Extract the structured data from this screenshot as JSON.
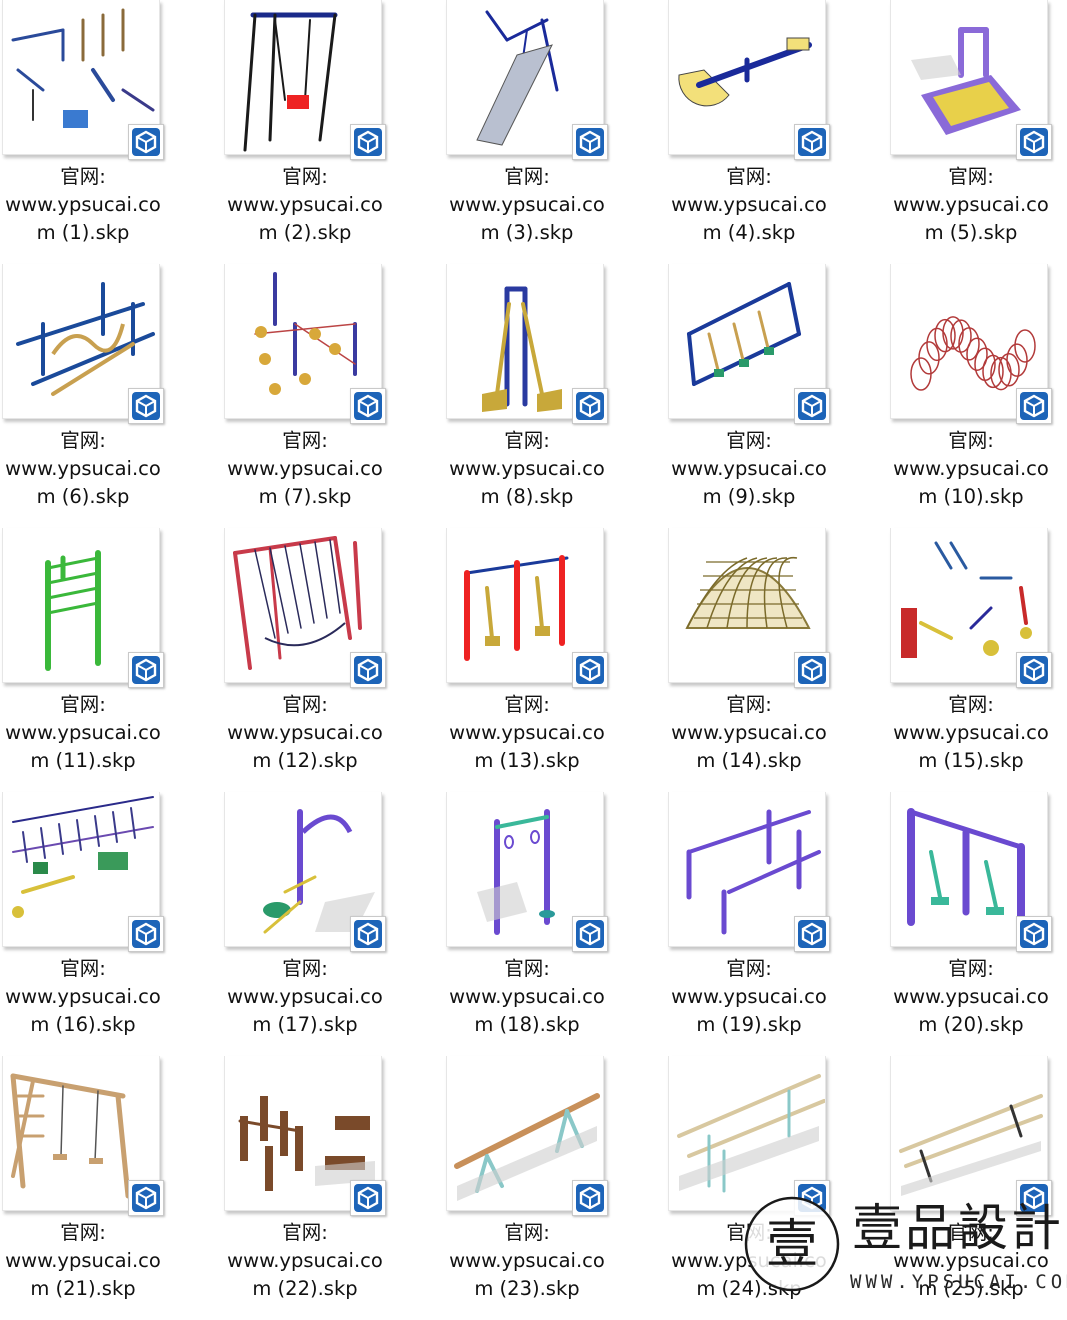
{
  "colors": {
    "badge_blue": "#1d64b8",
    "thumb_border": "#e6e6e6",
    "caption_text": "#111111"
  },
  "file_icon": "sketchup-file-icon",
  "files": [
    {
      "caption": {
        "line1": "官网:",
        "line2": "www.ypsucai.co",
        "line3": "m (1).skp"
      },
      "thumb": "fitness-park-set"
    },
    {
      "caption": {
        "line1": "官网:",
        "line2": "www.ypsucai.co",
        "line3": "m (2).skp"
      },
      "thumb": "swing-red-seat"
    },
    {
      "caption": {
        "line1": "官网:",
        "line2": "www.ypsucai.co",
        "line3": "m (3).skp"
      },
      "thumb": "slide"
    },
    {
      "caption": {
        "line1": "官网:",
        "line2": "www.ypsucai.co",
        "line3": "m (4).skp"
      },
      "thumb": "seesaw-rocker"
    },
    {
      "caption": {
        "line1": "官网:",
        "line2": "www.ypsucai.co",
        "line3": "m (5).skp"
      },
      "thumb": "treadmill"
    },
    {
      "caption": {
        "line1": "官网:",
        "line2": "www.ypsucai.co",
        "line3": "m (6).skp"
      },
      "thumb": "balance-rope-frame"
    },
    {
      "caption": {
        "line1": "官网:",
        "line2": "www.ypsucai.co",
        "line3": "m (7).skp"
      },
      "thumb": "stepping-stools"
    },
    {
      "caption": {
        "line1": "官网:",
        "line2": "www.ypsucai.co",
        "line3": "m (8).skp"
      },
      "thumb": "air-walker"
    },
    {
      "caption": {
        "line1": "官网:",
        "line2": "www.ypsucai.co",
        "line3": "m (9).skp"
      },
      "thumb": "swing-walker-row"
    },
    {
      "caption": {
        "line1": "官网:",
        "line2": "www.ypsucai.co",
        "line3": "m (10).skp"
      },
      "thumb": "spiral-tunnel"
    },
    {
      "caption": {
        "line1": "官网:",
        "line2": "www.ypsucai.co",
        "line3": "m (11).skp"
      },
      "thumb": "green-ladder"
    },
    {
      "caption": {
        "line1": "官网:",
        "line2": "www.ypsucai.co",
        "line3": "m (12).skp"
      },
      "thumb": "rope-net-frame"
    },
    {
      "caption": {
        "line1": "官网:",
        "line2": "www.ypsucai.co",
        "line3": "m (13).skp"
      },
      "thumb": "double-walker"
    },
    {
      "caption": {
        "line1": "官网:",
        "line2": "www.ypsucai.co",
        "line3": "m (14).skp"
      },
      "thumb": "geodesic-dome"
    },
    {
      "caption": {
        "line1": "官网:",
        "line2": "www.ypsucai.co",
        "line3": "m (15).skp"
      },
      "thumb": "fitness-items-set"
    },
    {
      "caption": {
        "line1": "官网:",
        "line2": "www.ypsucai.co",
        "line3": "m (16).skp"
      },
      "thumb": "playground-layout"
    },
    {
      "caption": {
        "line1": "官网:",
        "line2": "www.ypsucai.co",
        "line3": "m (17).skp"
      },
      "thumb": "purple-arm-machine"
    },
    {
      "caption": {
        "line1": "官网:",
        "line2": "www.ypsucai.co",
        "line3": "m (18).skp"
      },
      "thumb": "hanging-rings"
    },
    {
      "caption": {
        "line1": "官网:",
        "line2": "www.ypsucai.co",
        "line3": "m (19).skp"
      },
      "thumb": "parallel-bars"
    },
    {
      "caption": {
        "line1": "官网:",
        "line2": "www.ypsucai.co",
        "line3": "m (20).skp"
      },
      "thumb": "purple-walker-frame"
    },
    {
      "caption": {
        "line1": "官网:",
        "line2": "www.ypsucai.co",
        "line3": "m (21).skp"
      },
      "thumb": "wooden-swing"
    },
    {
      "caption": {
        "line1": "官网:",
        "line2": "www.ypsucai.co",
        "line3": "m (22).skp"
      },
      "thumb": "wooden-stumps"
    },
    {
      "caption": {
        "line1": "官网:",
        "line2": "www.ypsucai.co",
        "line3": "m (23).skp"
      },
      "thumb": "balance-beam"
    },
    {
      "caption": {
        "line1": "官网:",
        "line2": "www.ypsucai.co",
        "line3": "m (24).skp"
      },
      "thumb": "long-bars"
    },
    {
      "caption": {
        "line1": "官网:",
        "line2": "www.ypsucai.co",
        "line3": "m (25).skp"
      },
      "thumb": "low-bars"
    }
  ],
  "watermark": {
    "brand": "壹品設計",
    "url": "WWW.YPSUCAI.COM",
    "seal_char": "壹"
  }
}
